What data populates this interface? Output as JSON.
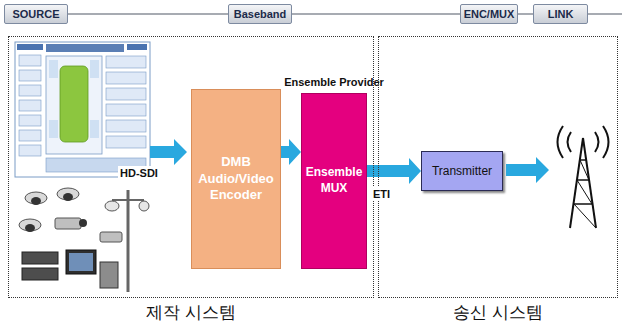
{
  "diagram": {
    "nodes": [
      {
        "text": [
          "SOURCE"
        ]
      },
      {
        "text": [
          "Baseband"
        ]
      },
      {
        "text": [
          "ENC/MUX"
        ]
      },
      {
        "text": [
          "LINK"
        ]
      },
      {
        "text": [
          "제작 시스템"
        ]
      },
      {
        "text": [
          "DMB Audio/Video Encoder"
        ],
        "in": 4
      },
      {
        "text": [
          "Ensemble Provider",
          "Ensemble MUX"
        ],
        "in": 4
      },
      {
        "text": [
          "송신 시스템"
        ]
      },
      {
        "text": [
          "Transmitter"
        ],
        "in": 7
      }
    ],
    "edges": [
      {
        "from": 0,
        "to": 1,
        "arrow": "none"
      },
      {
        "from": 1,
        "to": 2,
        "arrow": "none"
      },
      {
        "from": 2,
        "to": 3,
        "arrow": "none"
      },
      {
        "from": 5,
        "to": 6,
        "arrow": "to"
      },
      {
        "from": 6,
        "to": 8,
        "arrow": "to",
        "label": "ETI"
      }
    ],
    "labels": [
      "HD-SDI"
    ]
  }
}
